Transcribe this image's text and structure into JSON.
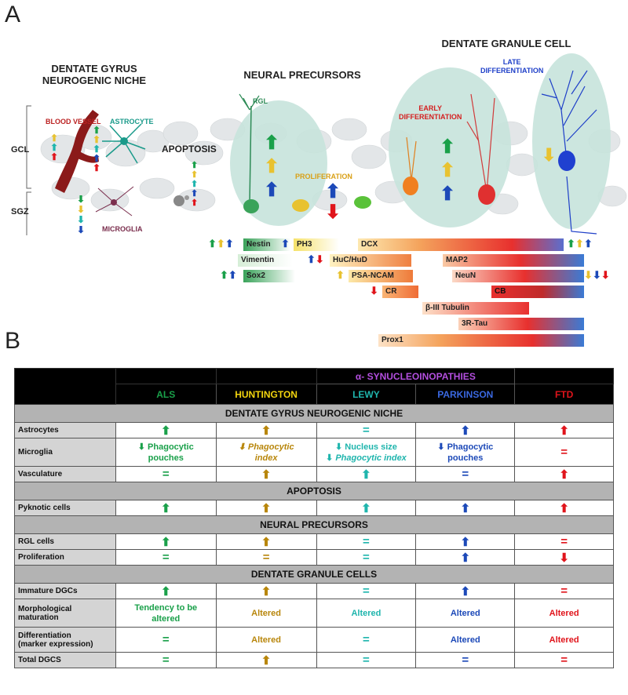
{
  "panelA": {
    "letter": "A",
    "niche_title": [
      "DENTATE GYRUS",
      "NEUROGENIC NICHE"
    ],
    "precursors_title": "NEURAL PRECURSORS",
    "dgc_title": "DENTATE GRANULE CELL",
    "gcl": "GCL",
    "sgz": "SGZ",
    "blood_vessel": "BLOOD VESSEL",
    "astrocyte": "ASTROCYTE",
    "microglia": "MICROGLIA",
    "apoptosis": "APOPTOSIS",
    "rgl": "RGL",
    "proliferation": "PROLIFERATION",
    "early_diff": [
      "EARLY",
      "DIFFERENTIATION"
    ],
    "late_diff": [
      "LATE",
      "DIFFERENTIATION"
    ],
    "markers": {
      "nestin": "Nestin",
      "vimentin": "Vimentin",
      "sox2": "Sox2",
      "ph3": "PH3",
      "huc": "HuC/HuD",
      "psa": "PSA-NCAM",
      "cr": "CR",
      "dcx": "DCX",
      "map2": "MAP2",
      "neun": "NeuN",
      "cb": "CB",
      "btub": "β-III Tubulin",
      "tau": "3R-Tau",
      "prox1": "Prox1"
    }
  },
  "panelB": {
    "letter": "B",
    "group_header": "α- SYNUCLEOINOPATHIES",
    "columns": [
      "ALS",
      "HUNTINGTON",
      "LEWY",
      "PARKINSON",
      "FTD"
    ],
    "sections": {
      "niche": "DENTATE GYRUS NEUROGENIC NICHE",
      "apoptosis": "APOPTOSIS",
      "precursors": "NEURAL PRECURSORS",
      "dgc": "DENTATE GRANULE CELLS"
    },
    "rows": {
      "astrocytes": "Astrocytes",
      "microglia": "Microglia",
      "vasculature": "Vasculature",
      "pyknotic": "Pyknotic cells",
      "rgl": "RGL cells",
      "proliferation": "Proliferation",
      "immature": "Immature DGCs",
      "morph": [
        "Morphological",
        "maturation"
      ],
      "diff": [
        "Differentiation",
        "(marker expression)"
      ],
      "total": "Total DGCS"
    },
    "cells": {
      "eq": "=",
      "up": "⬆",
      "down": "⬇",
      "ms_als": [
        "Phagocytic",
        "pouches"
      ],
      "ms_hun": [
        "Phagocytic",
        "index"
      ],
      "ms_lew": [
        "Nucleus size",
        "Phagocytic index"
      ],
      "ms_par": [
        "Phagocytic",
        "pouches"
      ],
      "tend": [
        "Tendency to be",
        "altered"
      ],
      "altered": "Altered"
    }
  }
}
